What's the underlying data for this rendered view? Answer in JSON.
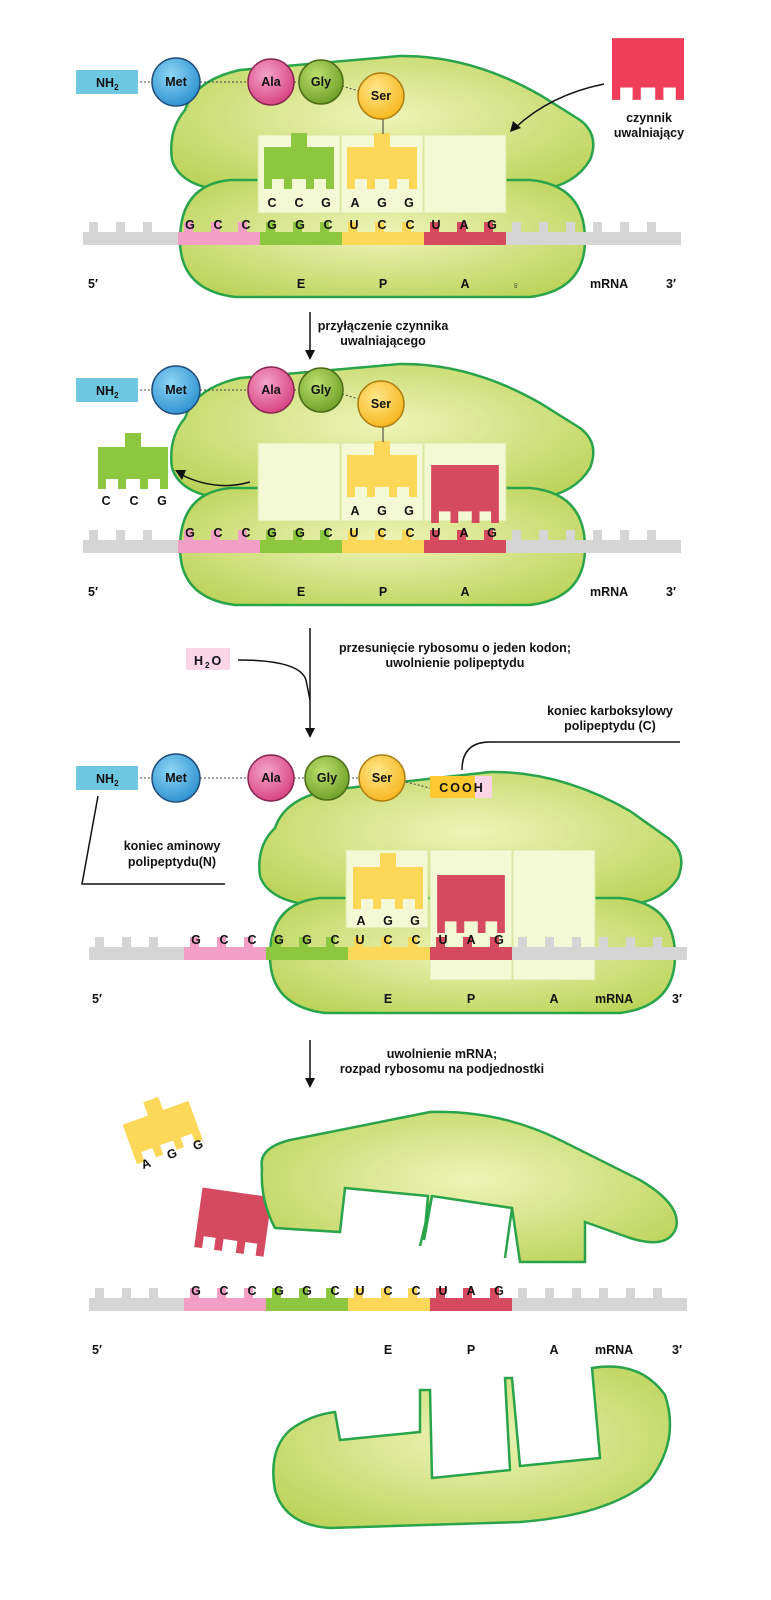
{
  "colors": {
    "ribosome_fill": "#c8dc6e",
    "ribosome_stroke": "#2aa44a",
    "site_fill": "#f3f8d5",
    "mrna_gray": "#d5d5d5",
    "codon_pink": "#f29ec5",
    "codon_green": "#8dc63f",
    "codon_yellow": "#fdd757",
    "codon_red": "#d64a5f",
    "nh2_blue": "#6ec8e2",
    "met": "#3aa6dc",
    "ala": "#e35d98",
    "gly": "#8cb83a",
    "ser": "#fdc830",
    "release_factor": "#ef3e5a",
    "water_pink": "#f9d5e5"
  },
  "labels": {
    "nh2": "NH",
    "nh2_sub": "2",
    "met": "Met",
    "ala": "Ala",
    "gly": "Gly",
    "ser": "Ser",
    "five_prime": "5′",
    "three_prime": "3′",
    "mrna": "mRNA",
    "site_e": "E",
    "site_p": "P",
    "site_a": "A",
    "small_5": "5′"
  },
  "mrna_bases": [
    "G",
    "C",
    "C",
    "G",
    "G",
    "C",
    "U",
    "C",
    "C",
    "U",
    "A",
    "G"
  ],
  "trna_anticodons": {
    "ccg": [
      "C",
      "C",
      "G"
    ],
    "agg": [
      "A",
      "G",
      "G"
    ]
  },
  "panel1": {
    "release_factor_line1": "czynnik",
    "release_factor_line2": "uwalniający"
  },
  "steps": {
    "step1_line1": "przyłączenie czynnika",
    "step1_line2": "uwalniającego",
    "step2_line1": "przesunięcie rybosomu o jeden kodon;",
    "step2_line2": "uwolnienie polipeptydu",
    "step3_line1": "uwolnienie mRNA;",
    "step3_line2": "rozpad rybosomu na podjednostki"
  },
  "water": {
    "h": "H",
    "two": "2",
    "o": "O"
  },
  "panel3": {
    "cooh": "COOH",
    "carboxyl_line1": "koniec karboksylowy",
    "carboxyl_line2": "polipeptydu (C)",
    "amino_line1": "koniec aminowy",
    "amino_line2": "polipeptydu(N)"
  }
}
